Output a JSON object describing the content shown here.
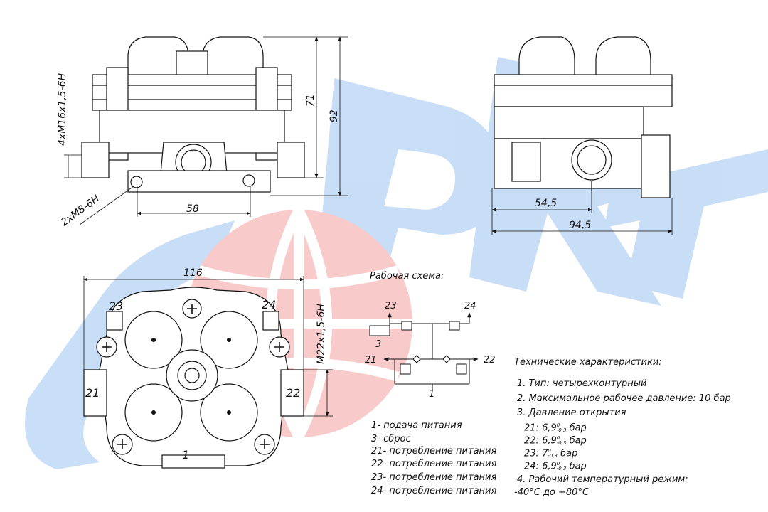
{
  "colors": {
    "watermark_blue": "#9cc3f0",
    "watermark_red": "#f4a0a0",
    "line": "#111111"
  },
  "dimensions": {
    "thread_mounting": "4xM16x1,5-6H",
    "thread_small": "2xM8-6H",
    "spacing_58": "58",
    "height_71": "71",
    "height_92": "92",
    "depth_54_5": "54,5",
    "depth_94_5": "94,5",
    "width_116": "116",
    "thread_port": "M22x1,5-6H"
  },
  "ports": {
    "p21": "21",
    "p22": "22",
    "p23": "23",
    "p24": "24",
    "p1": "1"
  },
  "schema": {
    "title": "Рабочая схема:",
    "p23": "23",
    "p24": "24",
    "p3": "3",
    "p21": "21",
    "p22": "22",
    "p1": "1"
  },
  "legend": [
    "1- подача питания",
    "3- сброс",
    "21- потребление питания",
    "22- потребление питания",
    "23- потребление питания",
    "24- потребление питания"
  ],
  "specs": {
    "title": "Технические характеристики:",
    "items": [
      "1. Тип: четырехконтурный",
      "2. Максимальное рабочее давление: 10 бар",
      "3. Давление открытия"
    ],
    "pressures": [
      {
        "port": "21:",
        "value": "6,9",
        "tol_up": "0",
        "tol_down": "-0,3",
        "unit": "бар"
      },
      {
        "port": "22:",
        "value": "6,9",
        "tol_up": "0",
        "tol_down": "-0,3",
        "unit": "бар"
      },
      {
        "port": "23:",
        "value": "7",
        "tol_up": "0",
        "tol_down": "-0,3",
        "unit": "бар"
      },
      {
        "port": "24:",
        "value": "6,9",
        "tol_up": "0",
        "tol_down": "-0,3",
        "unit": "бар"
      }
    ],
    "item4": "4. Рабочий температурный режим:",
    "temp": "-40°C до +80°C"
  }
}
